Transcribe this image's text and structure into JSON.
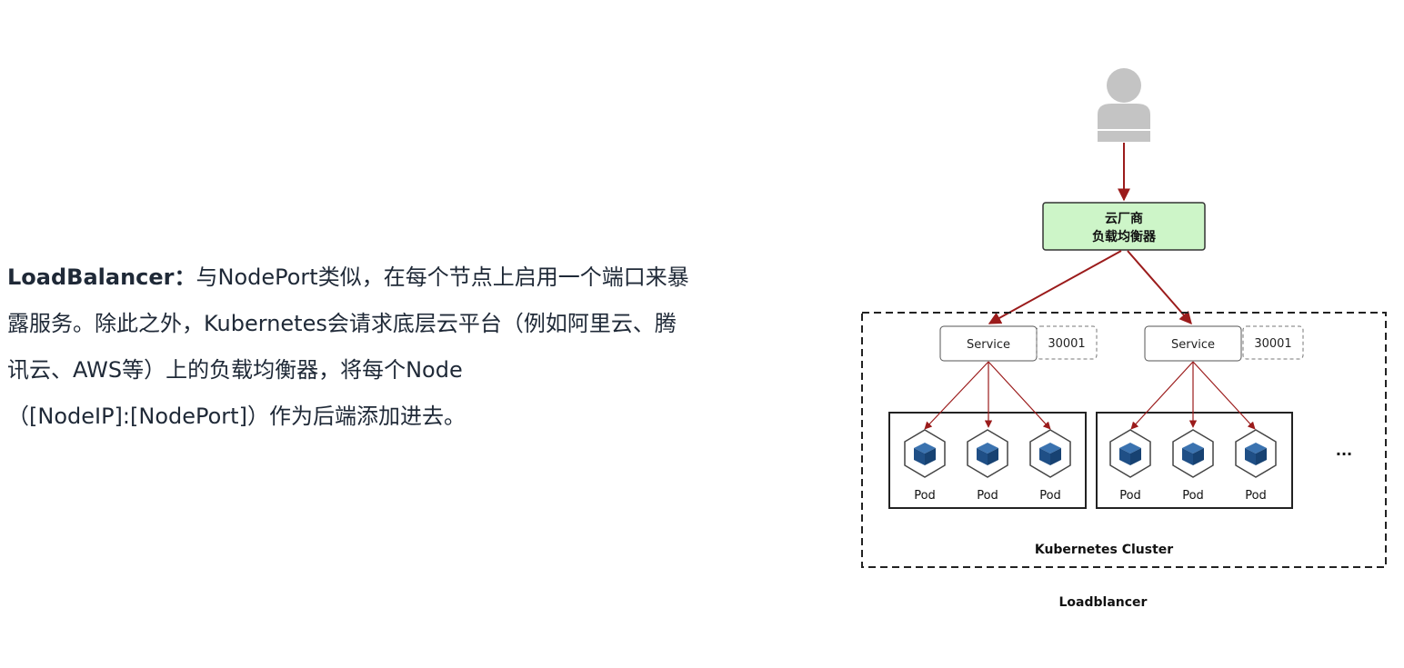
{
  "description": {
    "term": "LoadBalancer：",
    "line1": "与NodePort类似，在每个节点上启用一个端口来暴",
    "line2": "露服务。除此之外，Kubernetes会请求底层云平台（例如阿里云、腾",
    "line3": "讯云、AWS等）上的负载均衡器，将每个Node",
    "line4": "（[NodeIP]:[NodePort]）作为后端添加进去。"
  },
  "diagram": {
    "lb_line1": "云厂商",
    "lb_line2": "负载均衡器",
    "services": [
      {
        "label": "Service",
        "port": "30001"
      },
      {
        "label": "Service",
        "port": "30001"
      }
    ],
    "pod_label": "Pod",
    "ellipsis": "...",
    "cluster_label": "Kubernetes Cluster",
    "caption": "Loadblancer",
    "colors": {
      "arrow": "#9b1b1b",
      "lb_fill": "#cdf5c8",
      "pod_cube": "#1f4f86",
      "user": "#c4c4c4"
    }
  }
}
